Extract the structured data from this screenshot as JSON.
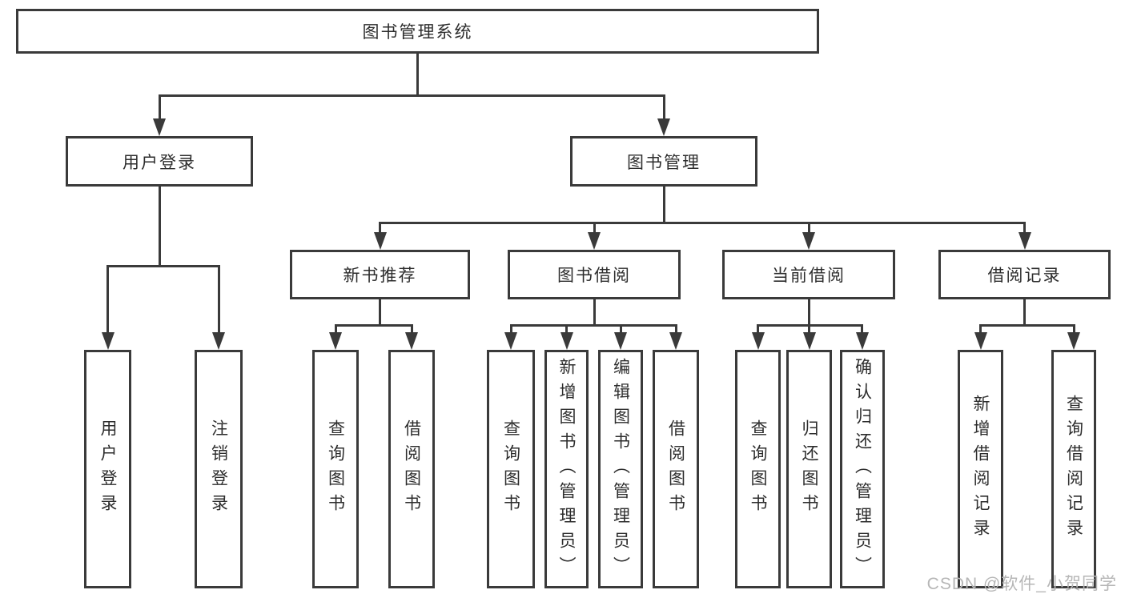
{
  "diagram": {
    "root": "图书管理系统",
    "branches": [
      {
        "label": "用户登录",
        "leaves": [
          "用户登录",
          "注销登录"
        ]
      },
      {
        "label": "图书管理",
        "sections": [
          {
            "label": "新书推荐",
            "leaves": [
              "查询图书",
              "借阅图书"
            ]
          },
          {
            "label": "图书借阅",
            "leaves": [
              "查询图书",
              "新增图书（管理员）",
              "编辑图书（管理员）",
              "借阅图书"
            ]
          },
          {
            "label": "当前借阅",
            "leaves": [
              "查询图书",
              "归还图书",
              "确认归还（管理员）"
            ]
          },
          {
            "label": "借阅记录",
            "leaves": [
              "新增借阅记录",
              "查询借阅记录"
            ]
          }
        ]
      }
    ]
  },
  "watermark": {
    "text": "CSDN @软件_小贺同学"
  },
  "colors": {
    "line": "#3a3a3a",
    "text": "#2d2d2d",
    "watermark": "#b6b6b6",
    "background": "#ffffff"
  }
}
